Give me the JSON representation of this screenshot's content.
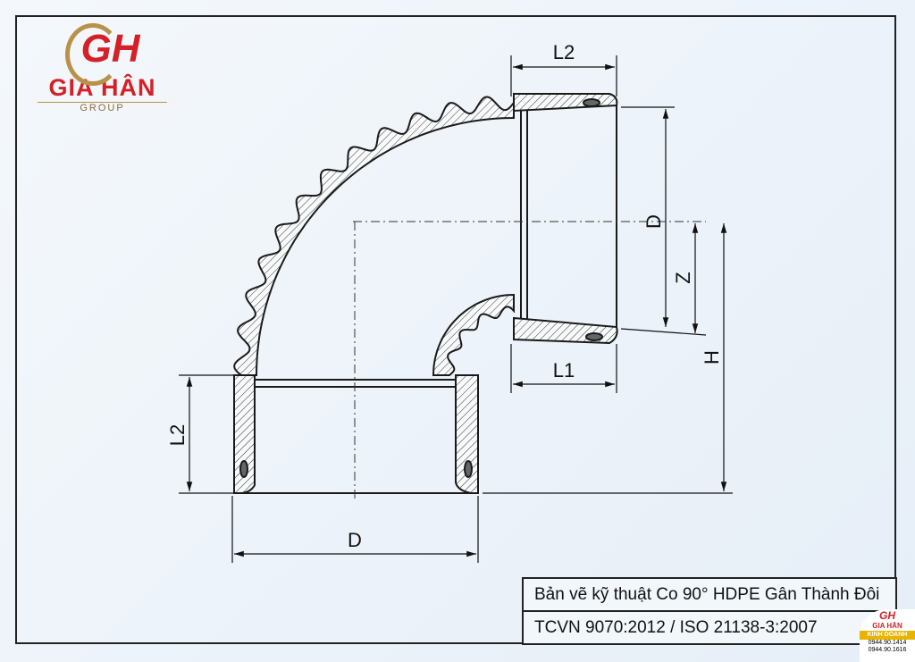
{
  "logo": {
    "mark": "GH",
    "name": "GIA HÂN",
    "group": "GROUP"
  },
  "dimensions": {
    "top_l2": "L2",
    "right_d": "D",
    "z": "Z",
    "h": "H",
    "l1": "L1",
    "left_l2": "L2",
    "bottom_d": "D"
  },
  "title_block": {
    "title": "Bản vẽ kỹ thuật Co 90° HDPE Gân Thành Đôi",
    "standard": "TCVN 9070:2012 / ISO 21138-3:2007"
  },
  "badge": {
    "mark": "GH",
    "name": "GIA HÂN",
    "tag": "KINH DOANH",
    "phone1": "0944.90.1414",
    "phone2": "0944.90.1616"
  },
  "colors": {
    "line": "#1a1a1a",
    "brand_red": "#d42027",
    "brand_gold": "#b8924a"
  }
}
